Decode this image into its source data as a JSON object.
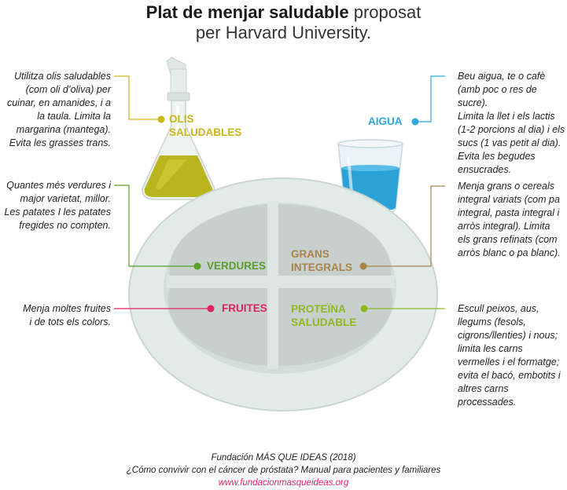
{
  "title": {
    "bold": "Plat de menjar saludable",
    "normal": " proposat",
    "line2": "per Harvard University."
  },
  "labels": {
    "oils": "OLIS\nSALUDABLES",
    "water": "AIGUA",
    "vegetables": "VERDURES",
    "grains": "GRANS\nINTEGRALS",
    "fruits": "FRUITES",
    "protein": "PROTEÏNA\nSALUDABLE"
  },
  "notes": {
    "oils": "Utilitza olis saludables\n(com oli d’oliva) per\ncuinar, en amanides, i a\nla taula. Limita la\nmargarina (mantega).\nEvita les grasses trans.",
    "water": "Beu aigua, te o cafè\n(amb poc o res de sucre).\nLimita la llet i els lactis\n(1-2 porcions al dia) i els\nsucs (1 vas petit al dia).\nEvita les begudes\nensucrades.",
    "vegetables": "Quantes més verdures i\nmajor varietat, millor.\nLes patates I les patates\nfregides no compten.",
    "grains": "Menja grans o cereals\nintegral variats (com pa\nintegral, pasta integral i\narròs integral). Limita\nels grans refinats (com\narròs blanc o pa blanc).",
    "fruits": "Menja moltes fruites\ni de tots els colors.",
    "protein": "Escull peixos, aus,\nllegums (fesols,\ncigrons/llenties) i nous;\nlimita les carns\nvermelles i el formatge;\nevita el bacó, embotits i\naltres carns\nprocessades."
  },
  "colors": {
    "oils": "#c9b51c",
    "water": "#2aa8dc",
    "vegetables": "#5a9e2c",
    "grains": "#a9834a",
    "fruits": "#e0245e",
    "protein": "#8db824",
    "link": "#e0245e"
  },
  "footer": {
    "line1": "Fundación MÁS QUE IDEAS (2018)",
    "line2": "¿Cómo convivir con el cáncer de próstata? Manual para pacientes y familiares",
    "line3": "www.fundacionmasqueideas.org"
  }
}
